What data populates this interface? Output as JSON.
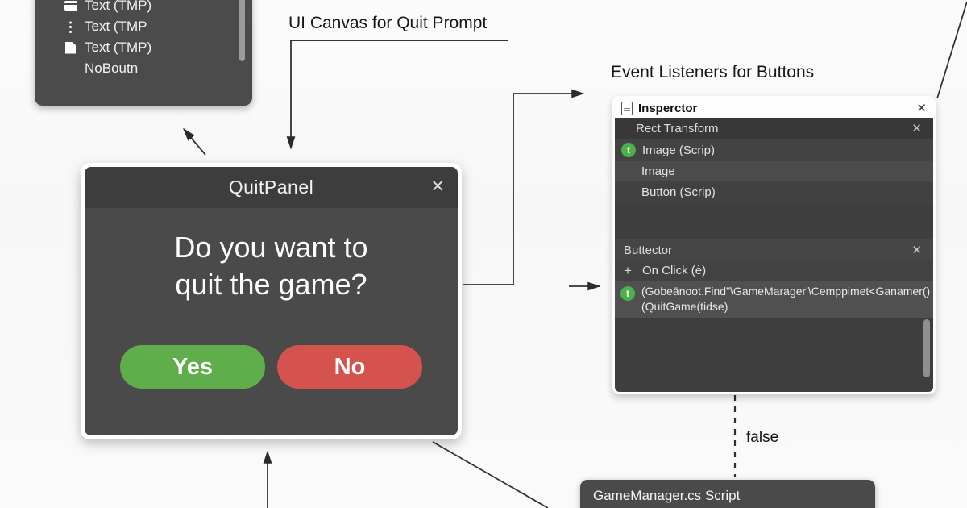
{
  "colors": {
    "yes_green": "#5fae4b",
    "no_red": "#d4534e",
    "panel_dark": "#4a4a4a",
    "inspector_dark": "#3e3e3e",
    "background": "#fafafa"
  },
  "icons": {
    "close": "✕",
    "plus": "+",
    "dots": "⋮",
    "script_badge": "t"
  },
  "hierarchy": {
    "items": [
      {
        "icon": "window-icon",
        "label": "Text (TMP)"
      },
      {
        "icon": "dots-icon",
        "label": "Text (TMP"
      },
      {
        "icon": "file-icon",
        "label": "Text (TMP)"
      },
      {
        "icon": "",
        "label": "NoBoutn"
      }
    ]
  },
  "headings": {
    "ui_canvas": "UI Canvas for Quit Prompt",
    "event_listeners": "Event Listeners for Buttons",
    "false_label": "false"
  },
  "dialog": {
    "title": "QuitPanel",
    "message_line1": "Do you want to",
    "message_line2": "quit the game?",
    "yes_label": "Yes",
    "no_label": "No"
  },
  "inspector": {
    "title": "Insperctor",
    "rect_transform": "Rect Transform",
    "image_scrip": "Image (Scrip)",
    "image": "Image",
    "button_scrip": "Button (Scrip)",
    "buttector": "Buttector",
    "on_click": "On Click (ė)",
    "handler_line1": "(Gobeānoot.Find\"\\GameMarager'\\Cemppimet<Ganamer()",
    "handler_line2": "(QuitGame(tidse)"
  },
  "gamemanager": {
    "label": "GameManager.cs Script"
  }
}
